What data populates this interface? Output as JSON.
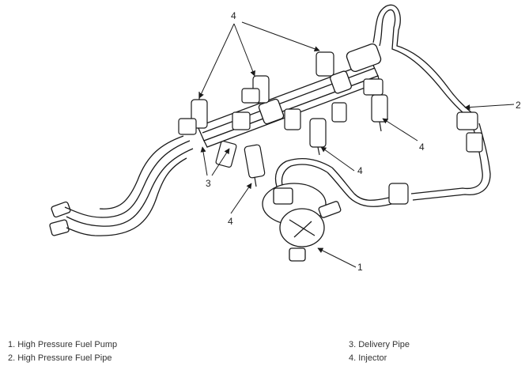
{
  "callouts": {
    "c1": "1",
    "c2": "2",
    "c3": "3",
    "c4a": "4",
    "c4b": "4",
    "c4c": "4",
    "c4d": "4"
  },
  "legend": {
    "left": [
      "1. High Pressure Fuel Pump",
      "2. High Pressure Fuel Pipe"
    ],
    "right": [
      "3. Delivery Pipe",
      "4. Injector"
    ]
  },
  "colors": {
    "line": "#1a1a1a",
    "text": "#222222"
  }
}
